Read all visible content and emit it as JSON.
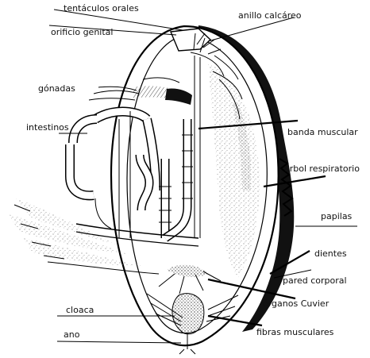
{
  "figure": {
    "labels": {
      "tentaculos": "tentáculos orales",
      "orificio": "orificio genital",
      "anillo": "anillo calcáreo",
      "gonadas": "gónadas",
      "intestinos": "intestinos",
      "banda": "banda muscular",
      "arbol": "árbol respiratorio",
      "papilas": "papilas",
      "dientes": "dientes",
      "pared": "pared corporal",
      "cuvier": "órganos Cuvier",
      "cloaca": "cloaca",
      "ano": "ano",
      "fibras": "fibras musculares"
    }
  }
}
